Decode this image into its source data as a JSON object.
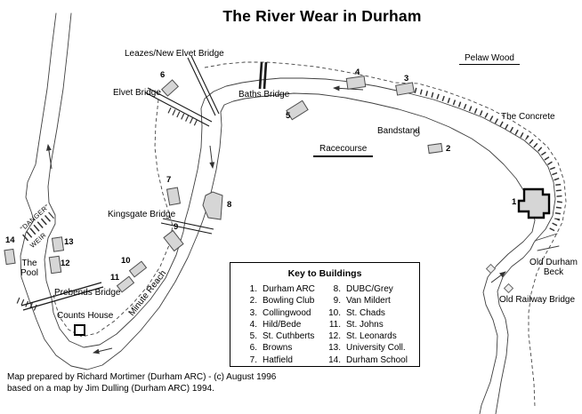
{
  "title": "The River Wear in Durham",
  "map": {
    "labels": {
      "leazes_new_elvet_bridge": "Leazes/New Elvet Bridge",
      "elvet_bridge": "Elvet Bridge",
      "baths_bridge": "Baths Bridge",
      "pelaw_wood": "Pelaw Wood",
      "the_concrete": "The Concrete",
      "bandstand": "Bandstand",
      "racecourse": "Racecourse",
      "kingsgate_bridge": "Kingsgate Bridge",
      "the_pool": "The Pool",
      "prebends_bridge": "Prebends Bridge",
      "counts_house": "Counts House",
      "minute_reach": "Minute Reach",
      "danger": "\"DANGER\"",
      "weir": "WEIR",
      "old_durham_beck": "Old Durham Beck",
      "old_railway_bridge": "Old Railway Bridge"
    },
    "numbers": [
      "1",
      "2",
      "3",
      "4",
      "5",
      "6",
      "7",
      "8",
      "9",
      "10",
      "11",
      "12",
      "13",
      "14"
    ]
  },
  "key": {
    "title": "Key to Buildings",
    "items": [
      {
        "num": "1.",
        "label": "Durham ARC"
      },
      {
        "num": "2.",
        "label": "Bowling Club"
      },
      {
        "num": "3.",
        "label": "Collingwood"
      },
      {
        "num": "4.",
        "label": "Hild/Bede"
      },
      {
        "num": "5.",
        "label": "St. Cuthberts"
      },
      {
        "num": "6.",
        "label": "Browns"
      },
      {
        "num": "7.",
        "label": "Hatfield"
      },
      {
        "num": "8.",
        "label": "DUBC/Grey"
      },
      {
        "num": "9.",
        "label": "Van Mildert"
      },
      {
        "num": "10.",
        "label": "St. Chads"
      },
      {
        "num": "11.",
        "label": "St. Johns"
      },
      {
        "num": "12.",
        "label": "St. Leonards"
      },
      {
        "num": "13.",
        "label": "University Coll."
      },
      {
        "num": "14.",
        "label": "Durham School"
      }
    ]
  },
  "footer": {
    "line1": "Map prepared by Richard Mortimer (Durham ARC) - (c) August 1996",
    "line2": "based on a map by Jim Dulling (Durham ARC) 1994."
  },
  "colors": {
    "line": "#3f3f3f",
    "building_fill": "#d6d6d6",
    "ink": "#000000"
  }
}
